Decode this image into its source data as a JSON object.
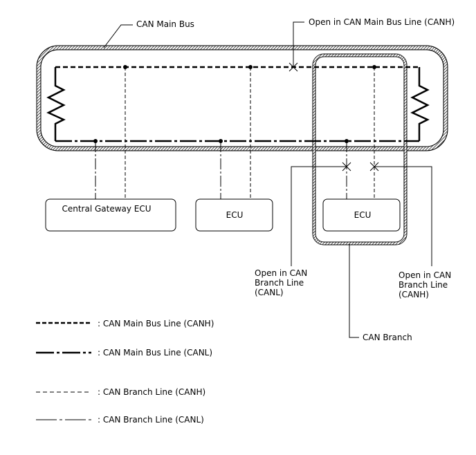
{
  "labels": {
    "can_main_bus": "CAN Main Bus",
    "open_main_canh": "Open in CAN Main Bus Line (CANH)",
    "open_branch_canl": [
      "Open in CAN",
      "Branch Line",
      "(CANL)"
    ],
    "open_branch_canh": [
      "Open in CAN",
      "Branch Line",
      "(CANH)"
    ],
    "can_branch": "CAN Branch"
  },
  "ecus": {
    "gateway": "Central Gateway ECU",
    "ecu_middle": "ECU",
    "ecu_right": "ECU"
  },
  "legend": [
    {
      "label": ": CAN Main Bus Line (CANH)",
      "style": "main-canh"
    },
    {
      "label": ": CAN Main Bus Line (CANL)",
      "style": "main-canl"
    },
    {
      "label": ": CAN Branch Line (CANH)",
      "style": "branch-canh"
    },
    {
      "label": ": CAN Branch Line (CANL)",
      "style": "branch-canl"
    }
  ],
  "colors": {
    "line": "#000000",
    "background": "#ffffff"
  }
}
